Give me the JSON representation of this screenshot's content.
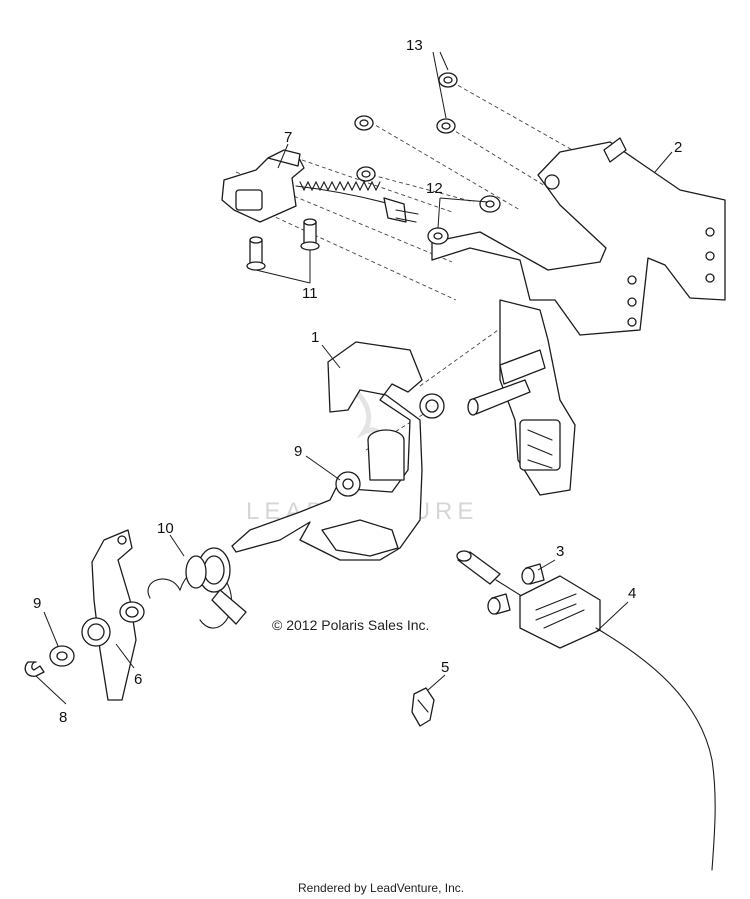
{
  "watermark": "LEADVENTURE",
  "copyright": "© 2012 Polaris Sales Inc.",
  "footer": "Rendered by LeadVenture, Inc.",
  "callouts": {
    "c1": "1",
    "c2": "2",
    "c3": "3",
    "c4": "4",
    "c5": "5",
    "c6": "6",
    "c7": "7",
    "c8": "8",
    "c9a": "9",
    "c9b": "9",
    "c10": "10",
    "c11": "11",
    "c12": "12",
    "c13": "13"
  }
}
